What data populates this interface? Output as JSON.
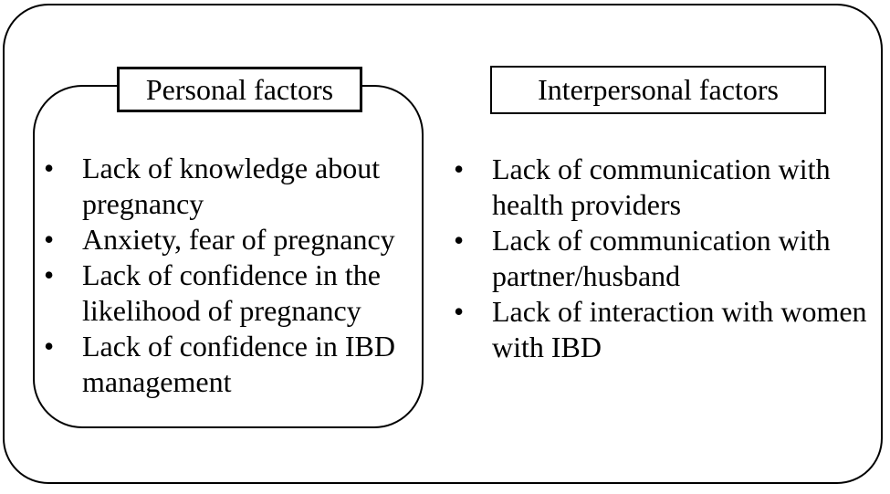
{
  "figure": {
    "background": "#ffffff",
    "border_color": "#000000",
    "text_color": "#000000",
    "bullet_glyph": "•",
    "personal": {
      "title": "Personal factors",
      "items": [
        {
          "lines": [
            "Lack of knowledge about",
            "pregnancy"
          ]
        },
        {
          "lines": [
            "Anxiety, fear of pregnancy"
          ]
        },
        {
          "lines": [
            "Lack of confidence in the",
            "likelihood of pregnancy"
          ]
        },
        {
          "lines": [
            "Lack of confidence in IBD",
            "management"
          ]
        }
      ]
    },
    "interpersonal": {
      "title": "Interpersonal factors",
      "items": [
        {
          "lines": [
            "Lack of communication with",
            "health providers"
          ]
        },
        {
          "lines": [
            "Lack of communication with",
            "partner/husband"
          ]
        },
        {
          "lines": [
            "Lack of interaction with women",
            "with IBD"
          ]
        }
      ]
    }
  }
}
